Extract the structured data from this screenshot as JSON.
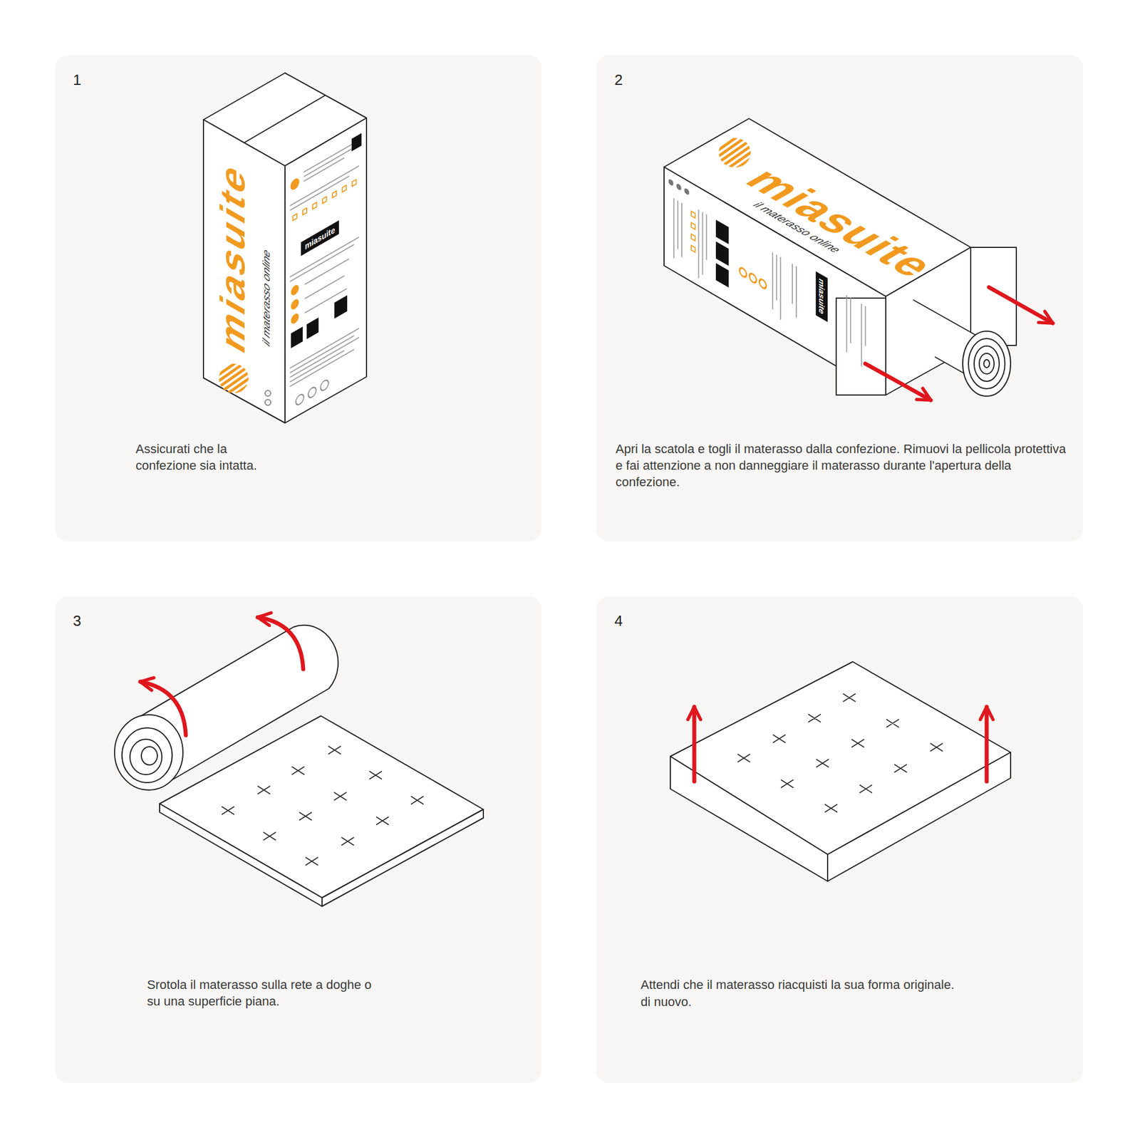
{
  "diagram": {
    "nodes": [
      {
        "text": [
          "1",
          "Assicurati che la confezione sia intatta."
        ]
      },
      {
        "text": [
          "2",
          "Apri la scatola e togli il materasso dalla confezione. Rimuovi la pellicola protettiva e fai attenzione a non danneggiare il materasso durante l'apertura della confezione."
        ]
      },
      {
        "text": [
          "3",
          "Srotola il materasso sulla rete a doghe o su una superficie piana."
        ]
      },
      {
        "text": [
          "4",
          "Attendi che il materasso riacquisti la sua forma originale.",
          "di nuovo."
        ]
      }
    ],
    "labels": [
      "miasuite",
      "il materasso online",
      "miasuite",
      "miasuite",
      "il materasso online",
      "miasuite"
    ]
  }
}
